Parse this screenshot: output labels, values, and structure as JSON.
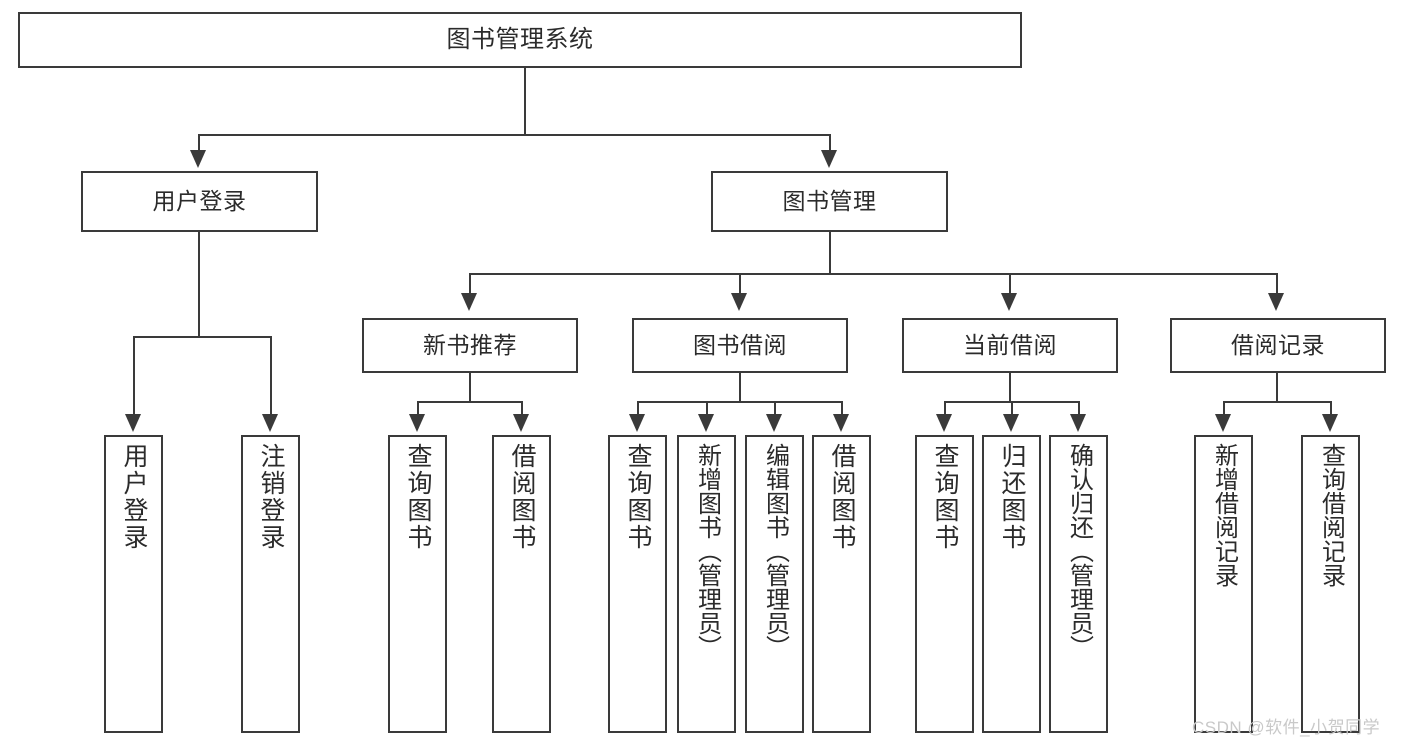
{
  "diagram": {
    "title": "图书管理系统",
    "type": "hierarchy-tree",
    "root": {
      "id": "root",
      "label": "图书管理系统"
    },
    "level2": [
      {
        "id": "user-login",
        "label": "用户登录"
      },
      {
        "id": "book-management",
        "label": "图书管理"
      }
    ],
    "level3": [
      {
        "id": "new-book-recommend",
        "label": "新书推荐"
      },
      {
        "id": "book-borrow",
        "label": "图书借阅"
      },
      {
        "id": "current-borrow",
        "label": "当前借阅"
      },
      {
        "id": "borrow-record",
        "label": "借阅记录"
      }
    ],
    "leaves": {
      "user-login": [
        {
          "id": "leaf-user-login",
          "label": "用户登录"
        },
        {
          "id": "leaf-user-logout",
          "label": "注销登录"
        }
      ],
      "new-book-recommend": [
        {
          "id": "leaf-query-book-1",
          "label": "查询图书"
        },
        {
          "id": "leaf-borrow-book-1",
          "label": "借阅图书"
        }
      ],
      "book-borrow": [
        {
          "id": "leaf-query-book-2",
          "label": "查询图书"
        },
        {
          "id": "leaf-add-book",
          "label": "新增图书（管理员）"
        },
        {
          "id": "leaf-edit-book",
          "label": "编辑图书（管理员）"
        },
        {
          "id": "leaf-borrow-book-2",
          "label": "借阅图书"
        }
      ],
      "current-borrow": [
        {
          "id": "leaf-query-book-3",
          "label": "查询图书"
        },
        {
          "id": "leaf-return-book",
          "label": "归还图书"
        },
        {
          "id": "leaf-confirm-return",
          "label": "确认归还（管理员）"
        }
      ],
      "borrow-record": [
        {
          "id": "leaf-add-record",
          "label": "新增借阅记录"
        },
        {
          "id": "leaf-query-record",
          "label": "查询借阅记录"
        }
      ]
    }
  },
  "watermark": {
    "text": "CSDN @软件_小贺同学"
  },
  "colors": {
    "stroke": "#3a3a3a",
    "text": "#2b2b2b",
    "background": "#ffffff",
    "watermark": "#c9c9c9"
  }
}
